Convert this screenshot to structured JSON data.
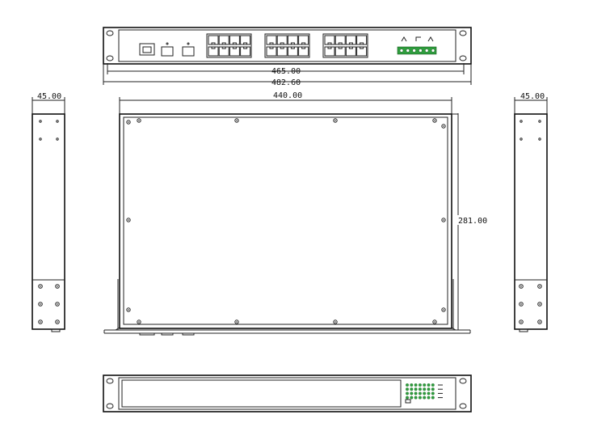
{
  "dimensions": {
    "inner_width": "465.00",
    "rack_width": "482.60",
    "body_width": "440.00",
    "depth": "281.00",
    "height_left": "45.00",
    "height_right": "45.00"
  },
  "colors": {
    "line": "#222222",
    "led": "#2e9e3e",
    "terminal": "#2e9e3e"
  }
}
